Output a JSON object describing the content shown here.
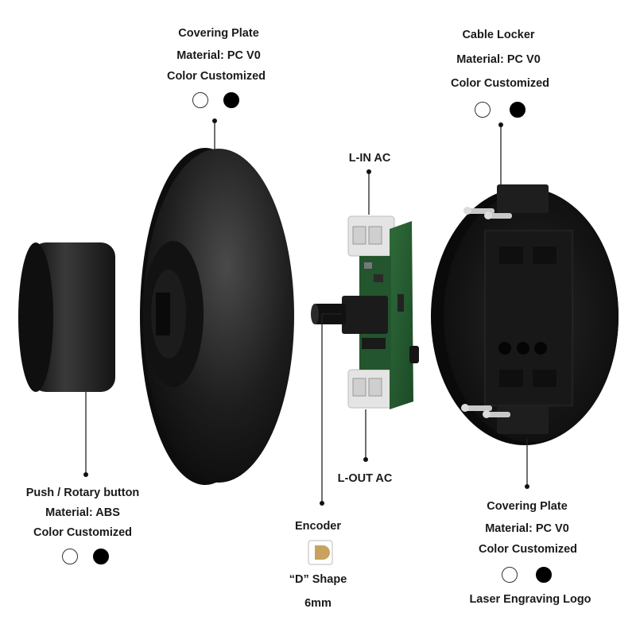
{
  "covering_plate_top": {
    "title": "Covering Plate",
    "material": "Material: PC V0",
    "color": "Color Customized"
  },
  "cable_locker": {
    "title": "Cable Locker",
    "material": "Material: PC V0",
    "color": "Color Customized"
  },
  "terminal_in": {
    "label": "L-IN  AC"
  },
  "terminal_out": {
    "label": "L-OUT  AC"
  },
  "button": {
    "title": "Push / Rotary button",
    "material": "Material: ABS",
    "color": "Color Customized"
  },
  "encoder": {
    "title": "Encoder",
    "shape": "“D” Shape",
    "size": "6mm"
  },
  "covering_plate_bottom": {
    "title": "Covering Plate",
    "material": "Material: PC V0",
    "color": "Color Customized",
    "note": "Laser Engraving Logo"
  },
  "colors": {
    "white_option": "#ffffff",
    "black_option": "#000000",
    "encoder_shaft": "#c9a25f"
  }
}
